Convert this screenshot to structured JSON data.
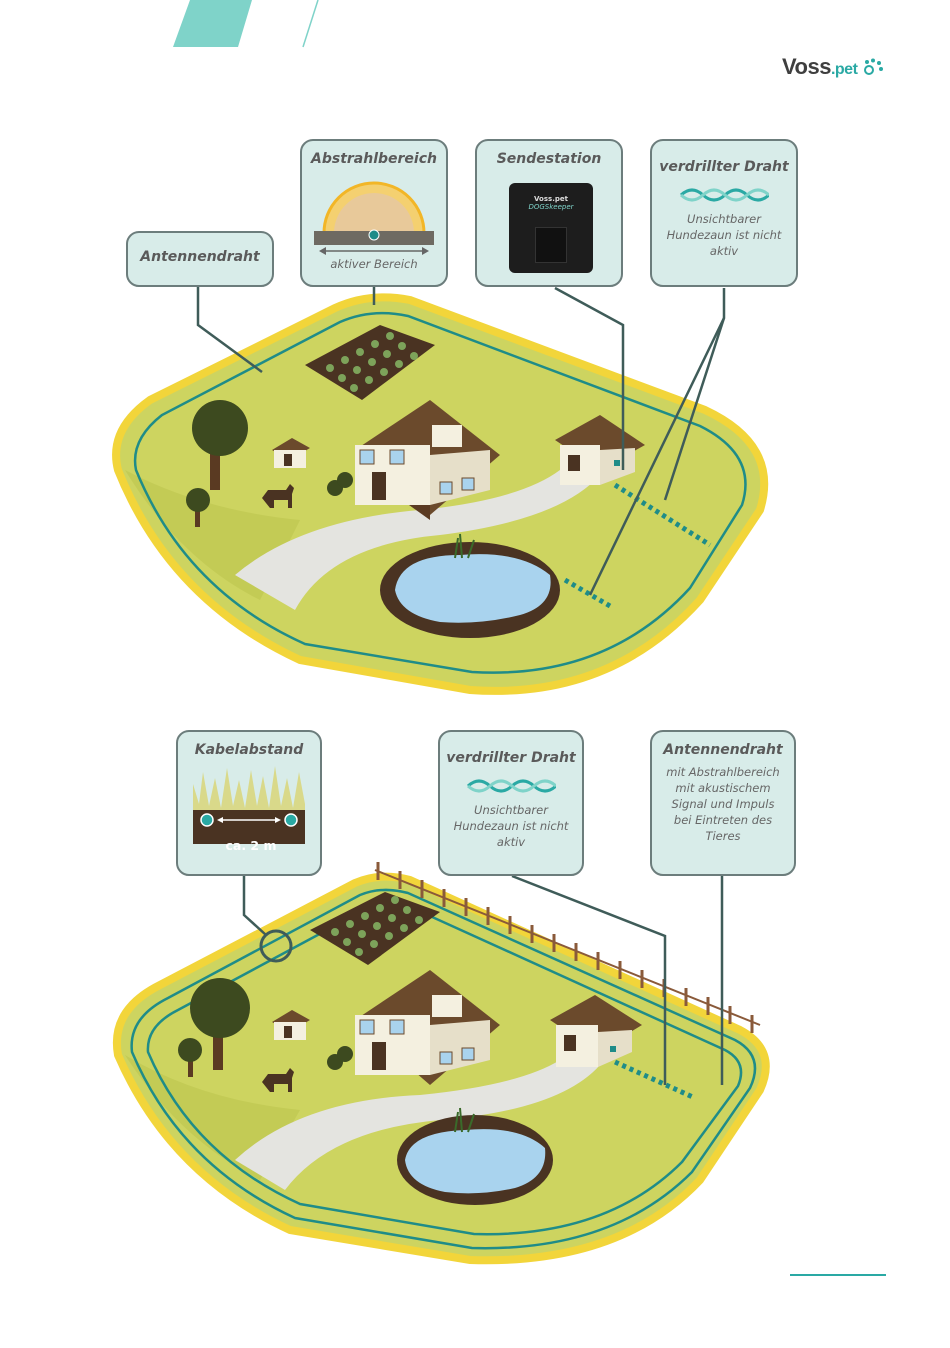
{
  "brand": {
    "name": "Voss",
    "suffix": ".pet",
    "accent": "#7fd3c9"
  },
  "colors": {
    "lawn": "#cdd460",
    "lawn_dark": "#b5bf47",
    "boundary": "#f2d53a",
    "wire": "#1f8c88",
    "callout_bg": "#d8ece9",
    "callout_border": "#6c7d7c",
    "roof": "#6b4a2c",
    "soil": "#4a3322",
    "water": "#a9d3ee"
  },
  "diagram1": {
    "antennendraht": {
      "title": "Antennendraht"
    },
    "abstrahlbereich": {
      "title": "Abstrahlbereich",
      "caption": "aktiver Bereich"
    },
    "sendestation": {
      "title": "Sendestation",
      "device_brand": "Voss.pet",
      "device_model": "DOGSkeeper"
    },
    "verdrillter": {
      "title": "verdrillter Draht",
      "caption": "Unsichtbarer Hundezaun ist nicht aktiv"
    }
  },
  "diagram2": {
    "kabelabstand": {
      "title": "Kabelabstand",
      "caption": "ca. 2 m"
    },
    "verdrillter": {
      "title": "verdrillter Draht",
      "caption": "Unsichtbarer Hundezaun ist nicht aktiv"
    },
    "antennendraht": {
      "title": "Antennendraht",
      "caption": "mit Abstrahlbereich mit akustischem Signal und Impuls bei Eintreten des Tieres"
    }
  }
}
